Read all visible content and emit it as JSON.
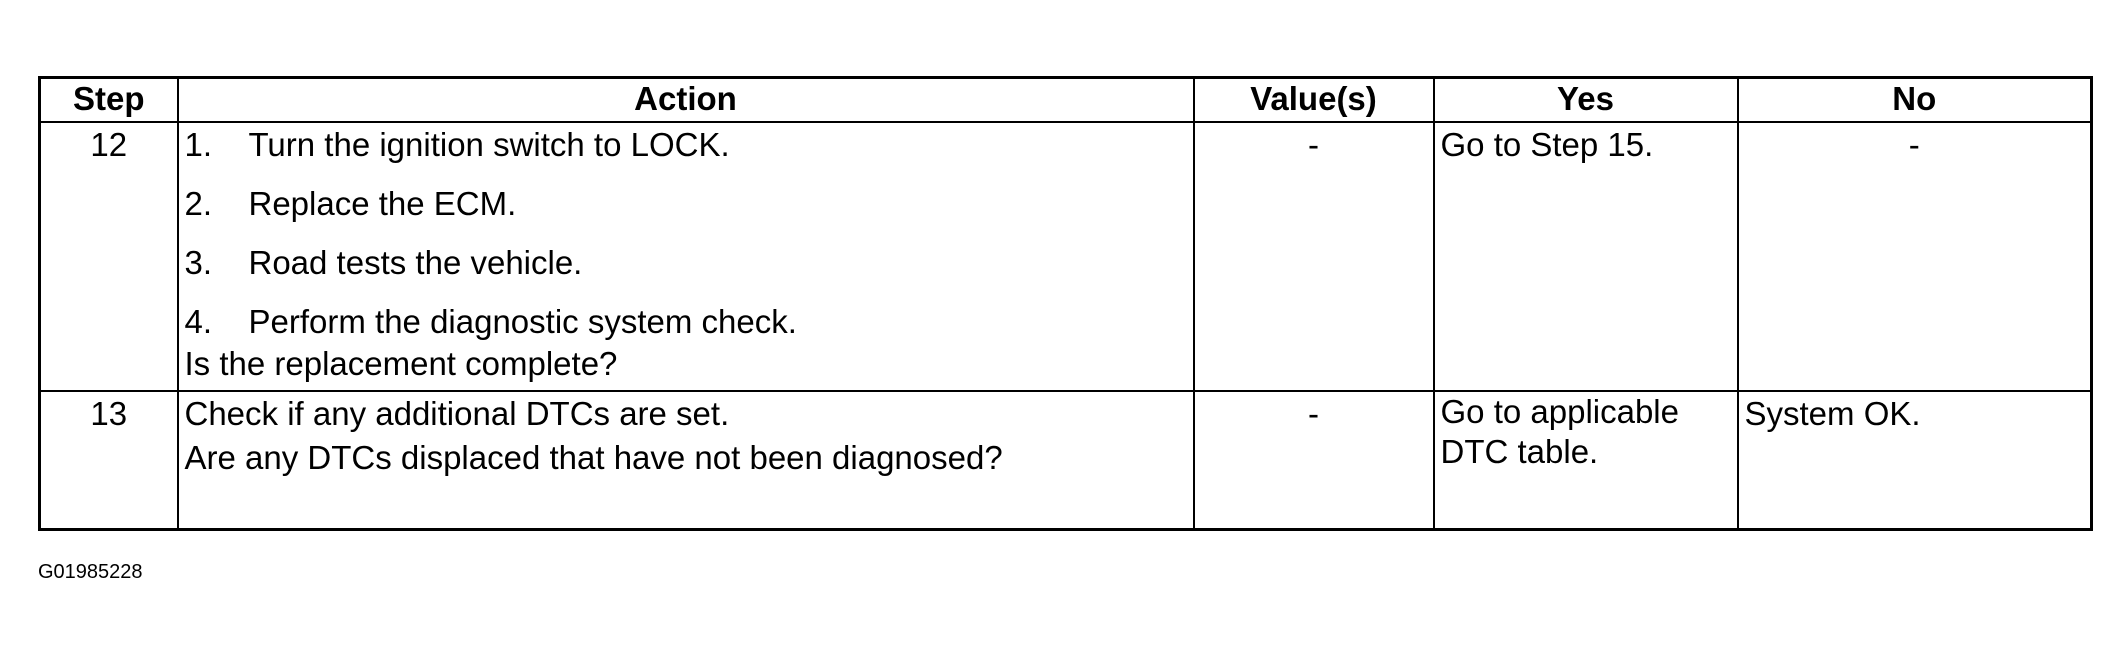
{
  "table": {
    "headers": {
      "step": "Step",
      "action": "Action",
      "values": "Value(s)",
      "yes": "Yes",
      "no": "No"
    },
    "rows": [
      {
        "step": "12",
        "actions": [
          {
            "num": "1.",
            "text": "Turn the ignition switch to LOCK."
          },
          {
            "num": "2.",
            "text": "Replace the ECM."
          },
          {
            "num": "3.",
            "text": "Road tests the vehicle."
          },
          {
            "num": "4.",
            "text": "Perform the diagnostic system check."
          }
        ],
        "question": "Is the replacement complete?",
        "value": "-",
        "yes": "Go to Step 15.",
        "no": "-"
      },
      {
        "step": "13",
        "line1": "Check if any additional DTCs are set.",
        "question": "Are any DTCs displaced that have not been diagnosed?",
        "value": "-",
        "yes": "Go to applicable DTC table.",
        "no": "System OK."
      }
    ]
  },
  "figure_id": "G01985228"
}
